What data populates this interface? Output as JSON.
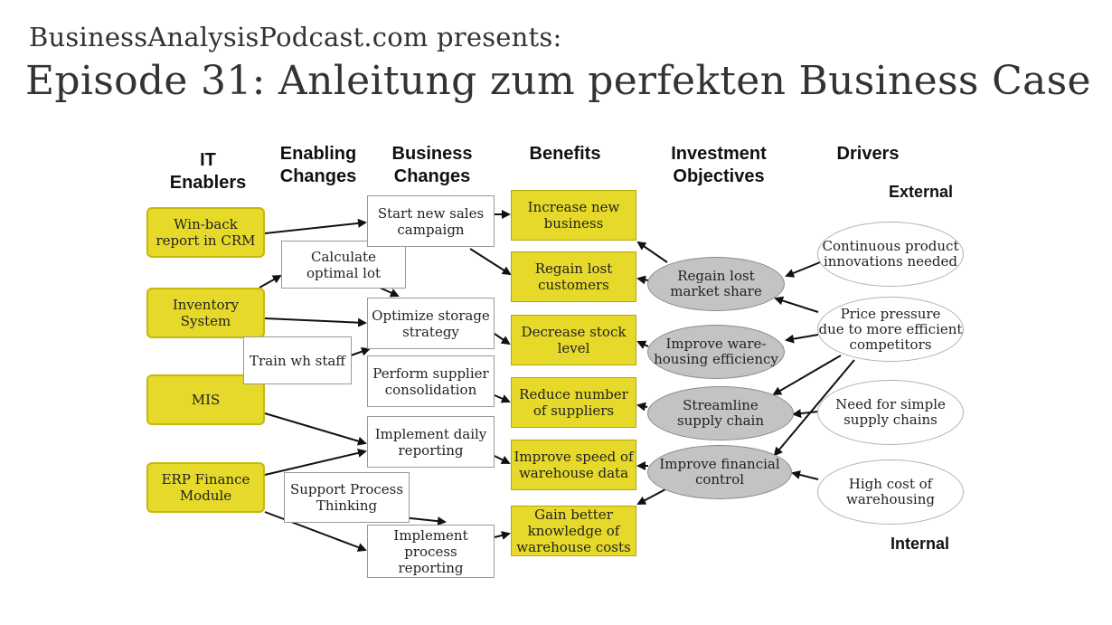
{
  "header": {
    "subtitle": "BusinessAnalysisPodcast.com presents:",
    "title": "Episode 31: Anleitung zum perfekten Business Case"
  },
  "columns": {
    "it_enablers": "IT\nEnablers",
    "enabling_changes": "Enabling\nChanges",
    "business_changes": "Business\nChanges",
    "benefits": "Benefits",
    "investment_objectives": "Investment\nObjectives",
    "drivers": "Drivers"
  },
  "labels": {
    "external": "External",
    "internal": "Internal"
  },
  "it_enablers": {
    "crm": "Win-back\nreport in CRM",
    "inventory": "Inventory\nSystem",
    "mis": "MIS",
    "erp": "ERP Finance\nModule"
  },
  "enabling_changes": {
    "calc": "Calculate\noptimal lot",
    "train": "Train wh staff",
    "support": "Support Process\nThinking"
  },
  "business_changes": {
    "sales": "Start new sales\ncampaign",
    "storage": "Optimize storage\nstrategy",
    "supplier": "Perform supplier\nconsolidation",
    "daily": "Implement daily\nreporting",
    "process": "Implement\nprocess\nreporting"
  },
  "benefits": {
    "new_business": "Increase new\nbusiness",
    "regain": "Regain lost\ncustomers",
    "stock": "Decrease stock\nlevel",
    "suppliers": "Reduce number\nof suppliers",
    "speed": "Improve speed of\nwarehouse data",
    "knowledge": "Gain better\nknowledge of\nwarehouse costs"
  },
  "objectives": {
    "market": "Regain lost\nmarket share",
    "warehousing": "Improve ware-\nhousing efficiency",
    "supply": "Streamline\nsupply chain",
    "financial": "Improve financial\ncontrol"
  },
  "drivers": {
    "innovation": "Continuous product\ninnovations needed",
    "price": "Price pressure\ndue to more efficient\ncompetitors",
    "simple": "Need for simple\nsupply chains",
    "cost": "High cost of\nwarehousing"
  },
  "colors": {
    "yellow": "#e6d92a",
    "grey_objective": "#c3c3c3",
    "arrow": "#111111"
  }
}
